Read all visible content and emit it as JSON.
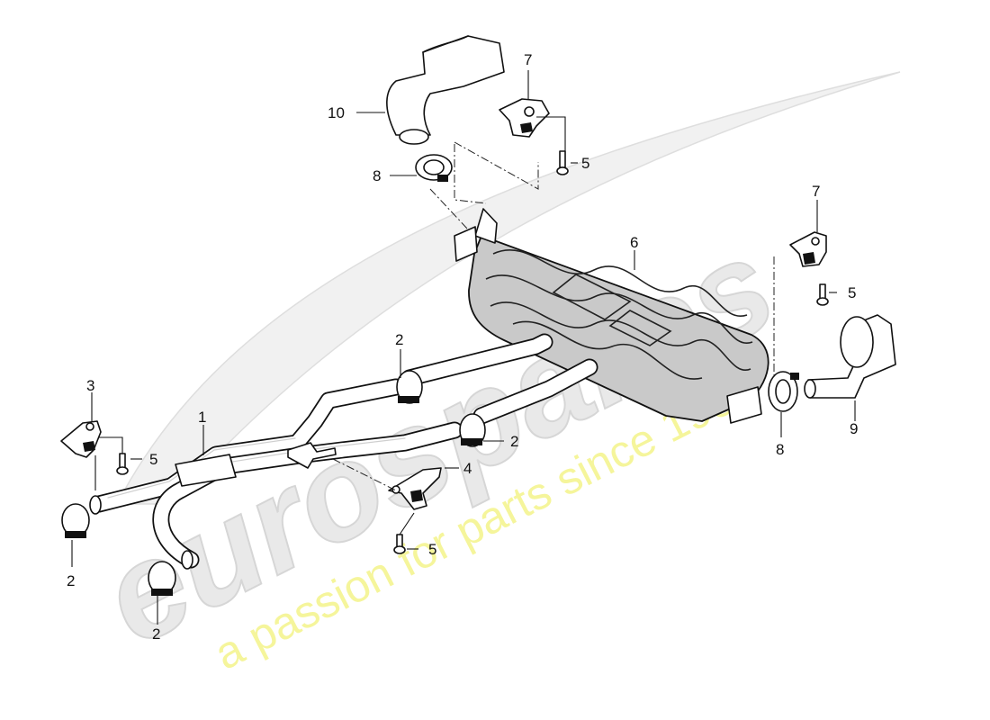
{
  "watermark": {
    "brand": "eurospares",
    "tagline": "a passion for parts since 1985"
  },
  "callouts": {
    "c1": "1",
    "c2a": "2",
    "c2b": "2",
    "c2c": "2",
    "c2d": "2",
    "c3": "3",
    "c4": "4",
    "c5a": "5",
    "c5b": "5",
    "c5c": "5",
    "c5d": "5",
    "c6": "6",
    "c7a": "7",
    "c7b": "7",
    "c8a": "8",
    "c8b": "8",
    "c9": "9",
    "c10": "10"
  }
}
